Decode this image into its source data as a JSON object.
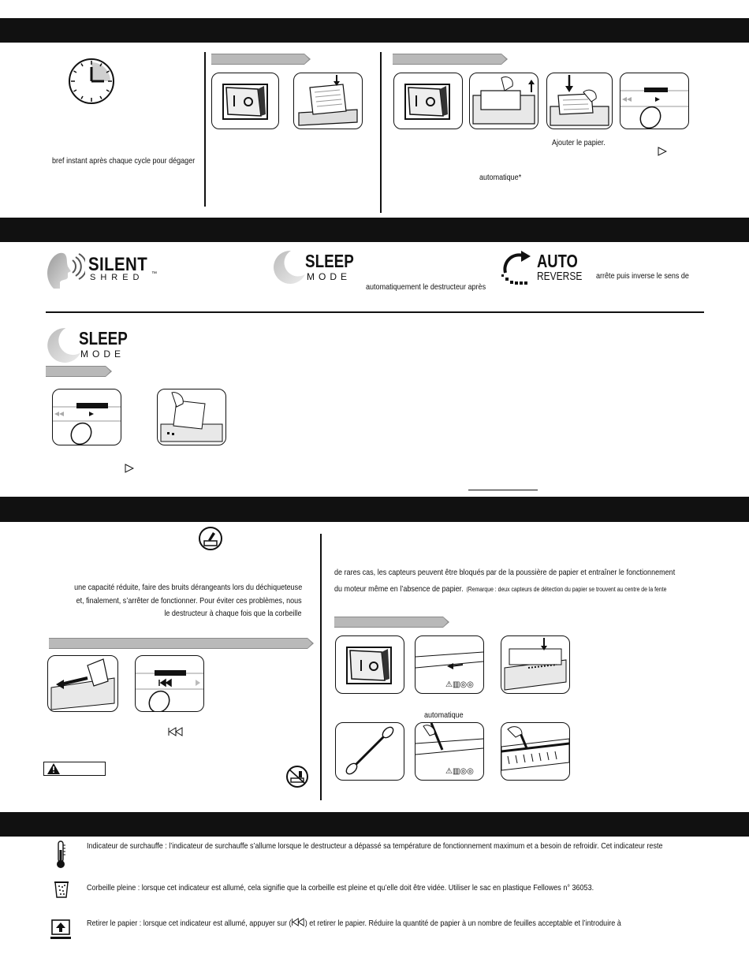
{
  "timing_section": {
    "clock_caption": "bref instant après chaque cycle pour dégager"
  },
  "jam_section": {
    "caption_add_paper": "Ajouter le papier.",
    "caption_auto": "automatique*"
  },
  "features": {
    "silent_shred": {
      "line1": "SILENT",
      "line2": "SHRED",
      "tm": "™"
    },
    "sleep_mode": {
      "line1": "SLEEP",
      "line2": "MODE",
      "caption": "automatiquement le destructeur après"
    },
    "auto_reverse": {
      "line1": "AUTO",
      "line2": "REVERSE",
      "caption": "arrête puis inverse le sens de"
    }
  },
  "sleep_section": {
    "logo_line1": "SLEEP",
    "logo_line2": "MODE"
  },
  "maintenance": {
    "left_line1": "une capacité réduite, faire des bruits dérangeants lors du déchiqueteuse",
    "left_line2": "et, finalement, s’arrêter de fonctionner. Pour éviter ces problèmes, nous",
    "left_line3": "le destructeur à chaque fois que la corbeille",
    "right_line1": "de rares cas, les capteurs peuvent être bloqués par de la poussière de papier et entraîner le fonctionnement",
    "right_line2_main": "du moteur même en l’absence de papier.",
    "right_line2_note": "(Remarque : deux capteurs de détection du papier se trouvent au centre de la fente",
    "caption_auto": "automatique"
  },
  "indicators": {
    "overheat": "Indicateur de surchauffe : l’indicateur de surchauffe s’allume lorsque le destructeur a dépassé sa température de fonctionnement maximum et a besoin de refroidir. Cet indicateur reste",
    "bin_full": "Corbeille pleine : lorsque cet indicateur est allumé, cela signifie que la corbeille est pleine et qu’elle doit être vidée. Utiliser le sac en plastique Fellowes n° 36053.",
    "remove_paper_a": "Retirer le papier : lorsque cet indicateur est allumé, appuyer sur (",
    "remove_paper_b": ") et retirer le papier. Réduire la quantité de papier à un nombre de feuilles acceptable et l’introduire à"
  }
}
